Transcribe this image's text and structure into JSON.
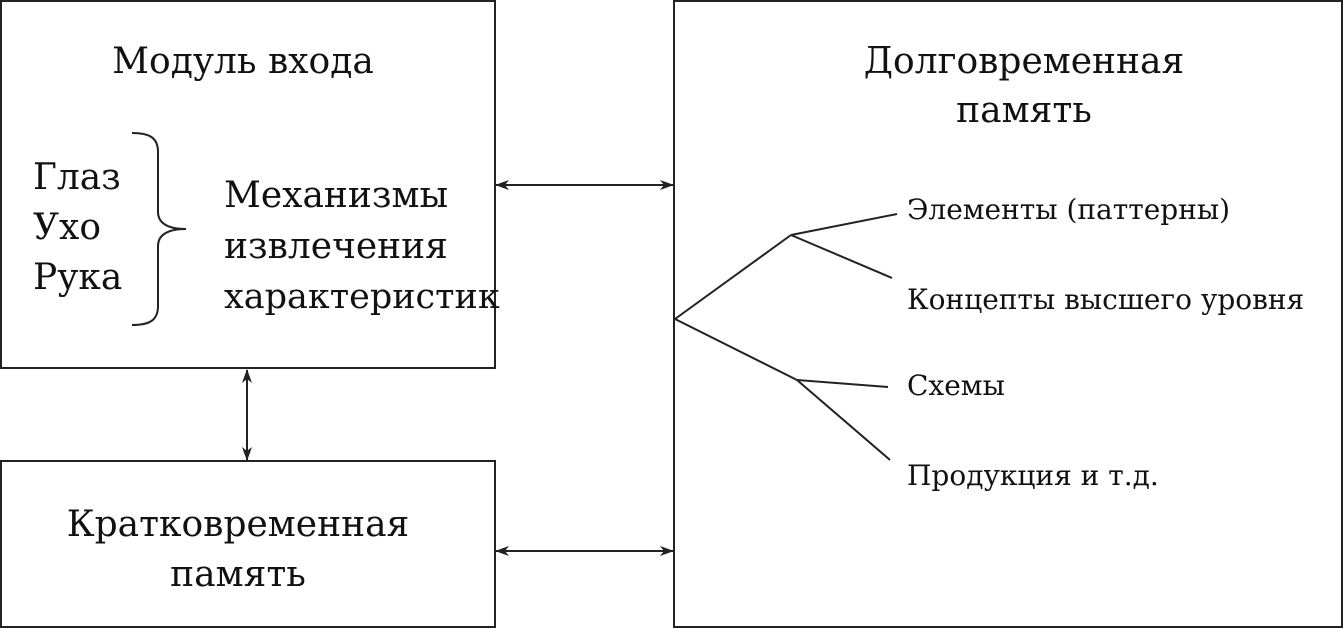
{
  "input_module": {
    "title": "Модуль входа",
    "organs": [
      "Глаз",
      "Ухо",
      "Рука"
    ],
    "mechanisms": [
      "Механизмы",
      "извлечения",
      "характеристик"
    ]
  },
  "short_term_memory": {
    "title_lines": [
      "Кратковременная",
      "память"
    ]
  },
  "long_term_memory": {
    "title_lines": [
      "Долговременная",
      "память"
    ],
    "items": [
      "Элементы (паттерны)",
      "Концепты высшего уровня",
      "Схемы",
      "Продукция и т.д."
    ]
  },
  "colors": {
    "line": "#222222",
    "background": "#ffffff"
  }
}
